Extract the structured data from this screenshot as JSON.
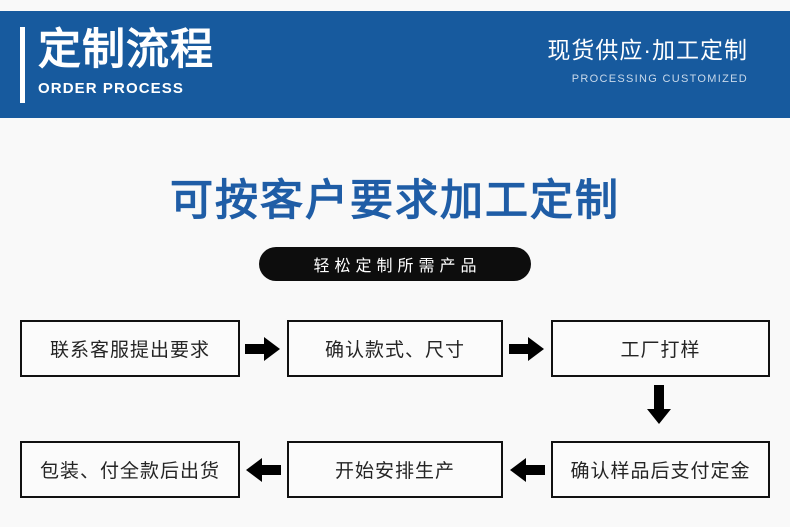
{
  "header": {
    "title_cn": "定制流程",
    "title_en": "ORDER PROCESS",
    "slogan_cn": "现货供应·加工定制",
    "slogan_en": "PROCESSING CUSTOMIZED",
    "band_color": "#175a9e",
    "accent_bar_color": "#ffffff"
  },
  "main": {
    "heading": "可按客户要求加工定制",
    "heading_color": "#1f5da6",
    "badge": {
      "label": "轻松定制所需产品",
      "background": "#0d0d0d",
      "text_color": "#ffffff"
    }
  },
  "flow": {
    "box_border_color": "#111111",
    "arrow_color": "#000000",
    "row1": [
      {
        "label": "联系客服提出要求"
      },
      {
        "label": "确认款式、尺寸"
      },
      {
        "label": "工厂打样"
      }
    ],
    "row2": [
      {
        "label": "包装、付全款后出货"
      },
      {
        "label": "开始安排生产"
      },
      {
        "label": "确认样品后支付定金"
      }
    ],
    "connectors": [
      {
        "name": "arrow-right-icon",
        "direction": "right"
      },
      {
        "name": "arrow-right-icon",
        "direction": "right"
      },
      {
        "name": "arrow-down-icon",
        "direction": "down"
      },
      {
        "name": "arrow-left-icon",
        "direction": "left"
      },
      {
        "name": "arrow-left-icon",
        "direction": "left"
      }
    ]
  },
  "page": {
    "background": "#f9f9f9"
  }
}
